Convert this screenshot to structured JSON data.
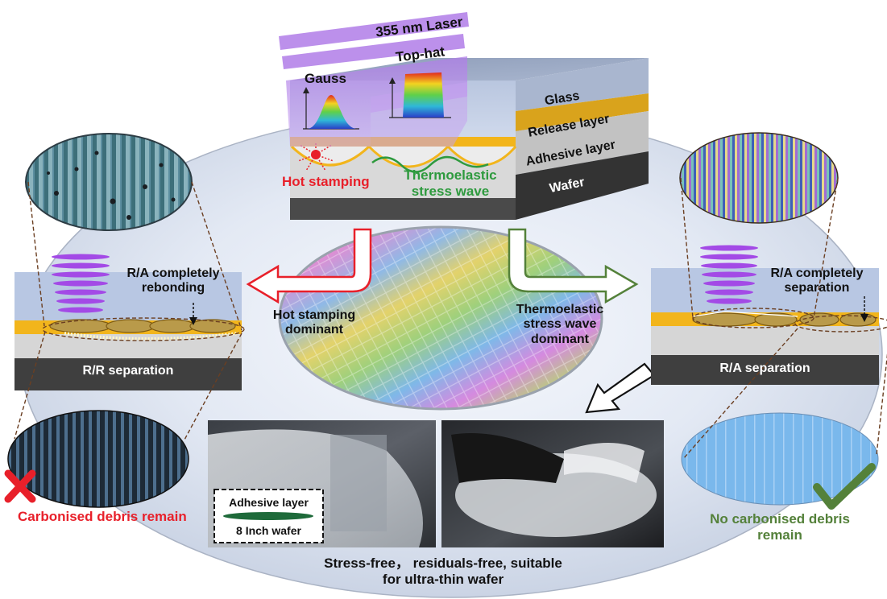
{
  "laser": {
    "wavelength_label": "355 nm Laser",
    "tophat_label": "Top-hat",
    "gauss_label": "Gauss"
  },
  "stack_layers": {
    "glass": "Glass",
    "release": "Release layer",
    "adhesive": "Adhesive layer",
    "wafer": "Wafer"
  },
  "effects": {
    "hot_stamping": "Hot stamping",
    "thermoelastic_line1": "Thermoelastic",
    "thermoelastic_line2": "stress wave"
  },
  "left_panel": {
    "note_line1": "R/A completely",
    "note_line2": "rebonding",
    "caption": "R/R separation",
    "result": "Carbonised debris remain"
  },
  "right_panel": {
    "note_line1": "R/A completely",
    "note_line2": "separation",
    "caption": "R/A separation",
    "result_line1": "No carbonised debris",
    "result_line2": "remain"
  },
  "center": {
    "hot_dominant_line1": "Hot stamping",
    "hot_dominant_line2": "dominant",
    "thermo_dominant_line1": "Thermoelastic",
    "thermo_dominant_line2": "stress wave",
    "thermo_dominant_line3": "dominant"
  },
  "photo": {
    "adhesive_label": "Adhesive layer",
    "wafer_label": "8 Inch wafer"
  },
  "footer": {
    "line1": "Stress-free，  residuals-free, suitable",
    "line2": "for ultra-thin wafer"
  },
  "colors": {
    "glass": "#b8c7e3",
    "release": "#f2b51c",
    "adhesive": "#d6d6d6",
    "wafer": "#3f3f3f",
    "hot": "#e8202a",
    "thermo": "#2e9a3e",
    "laser": "#b48ce6"
  }
}
